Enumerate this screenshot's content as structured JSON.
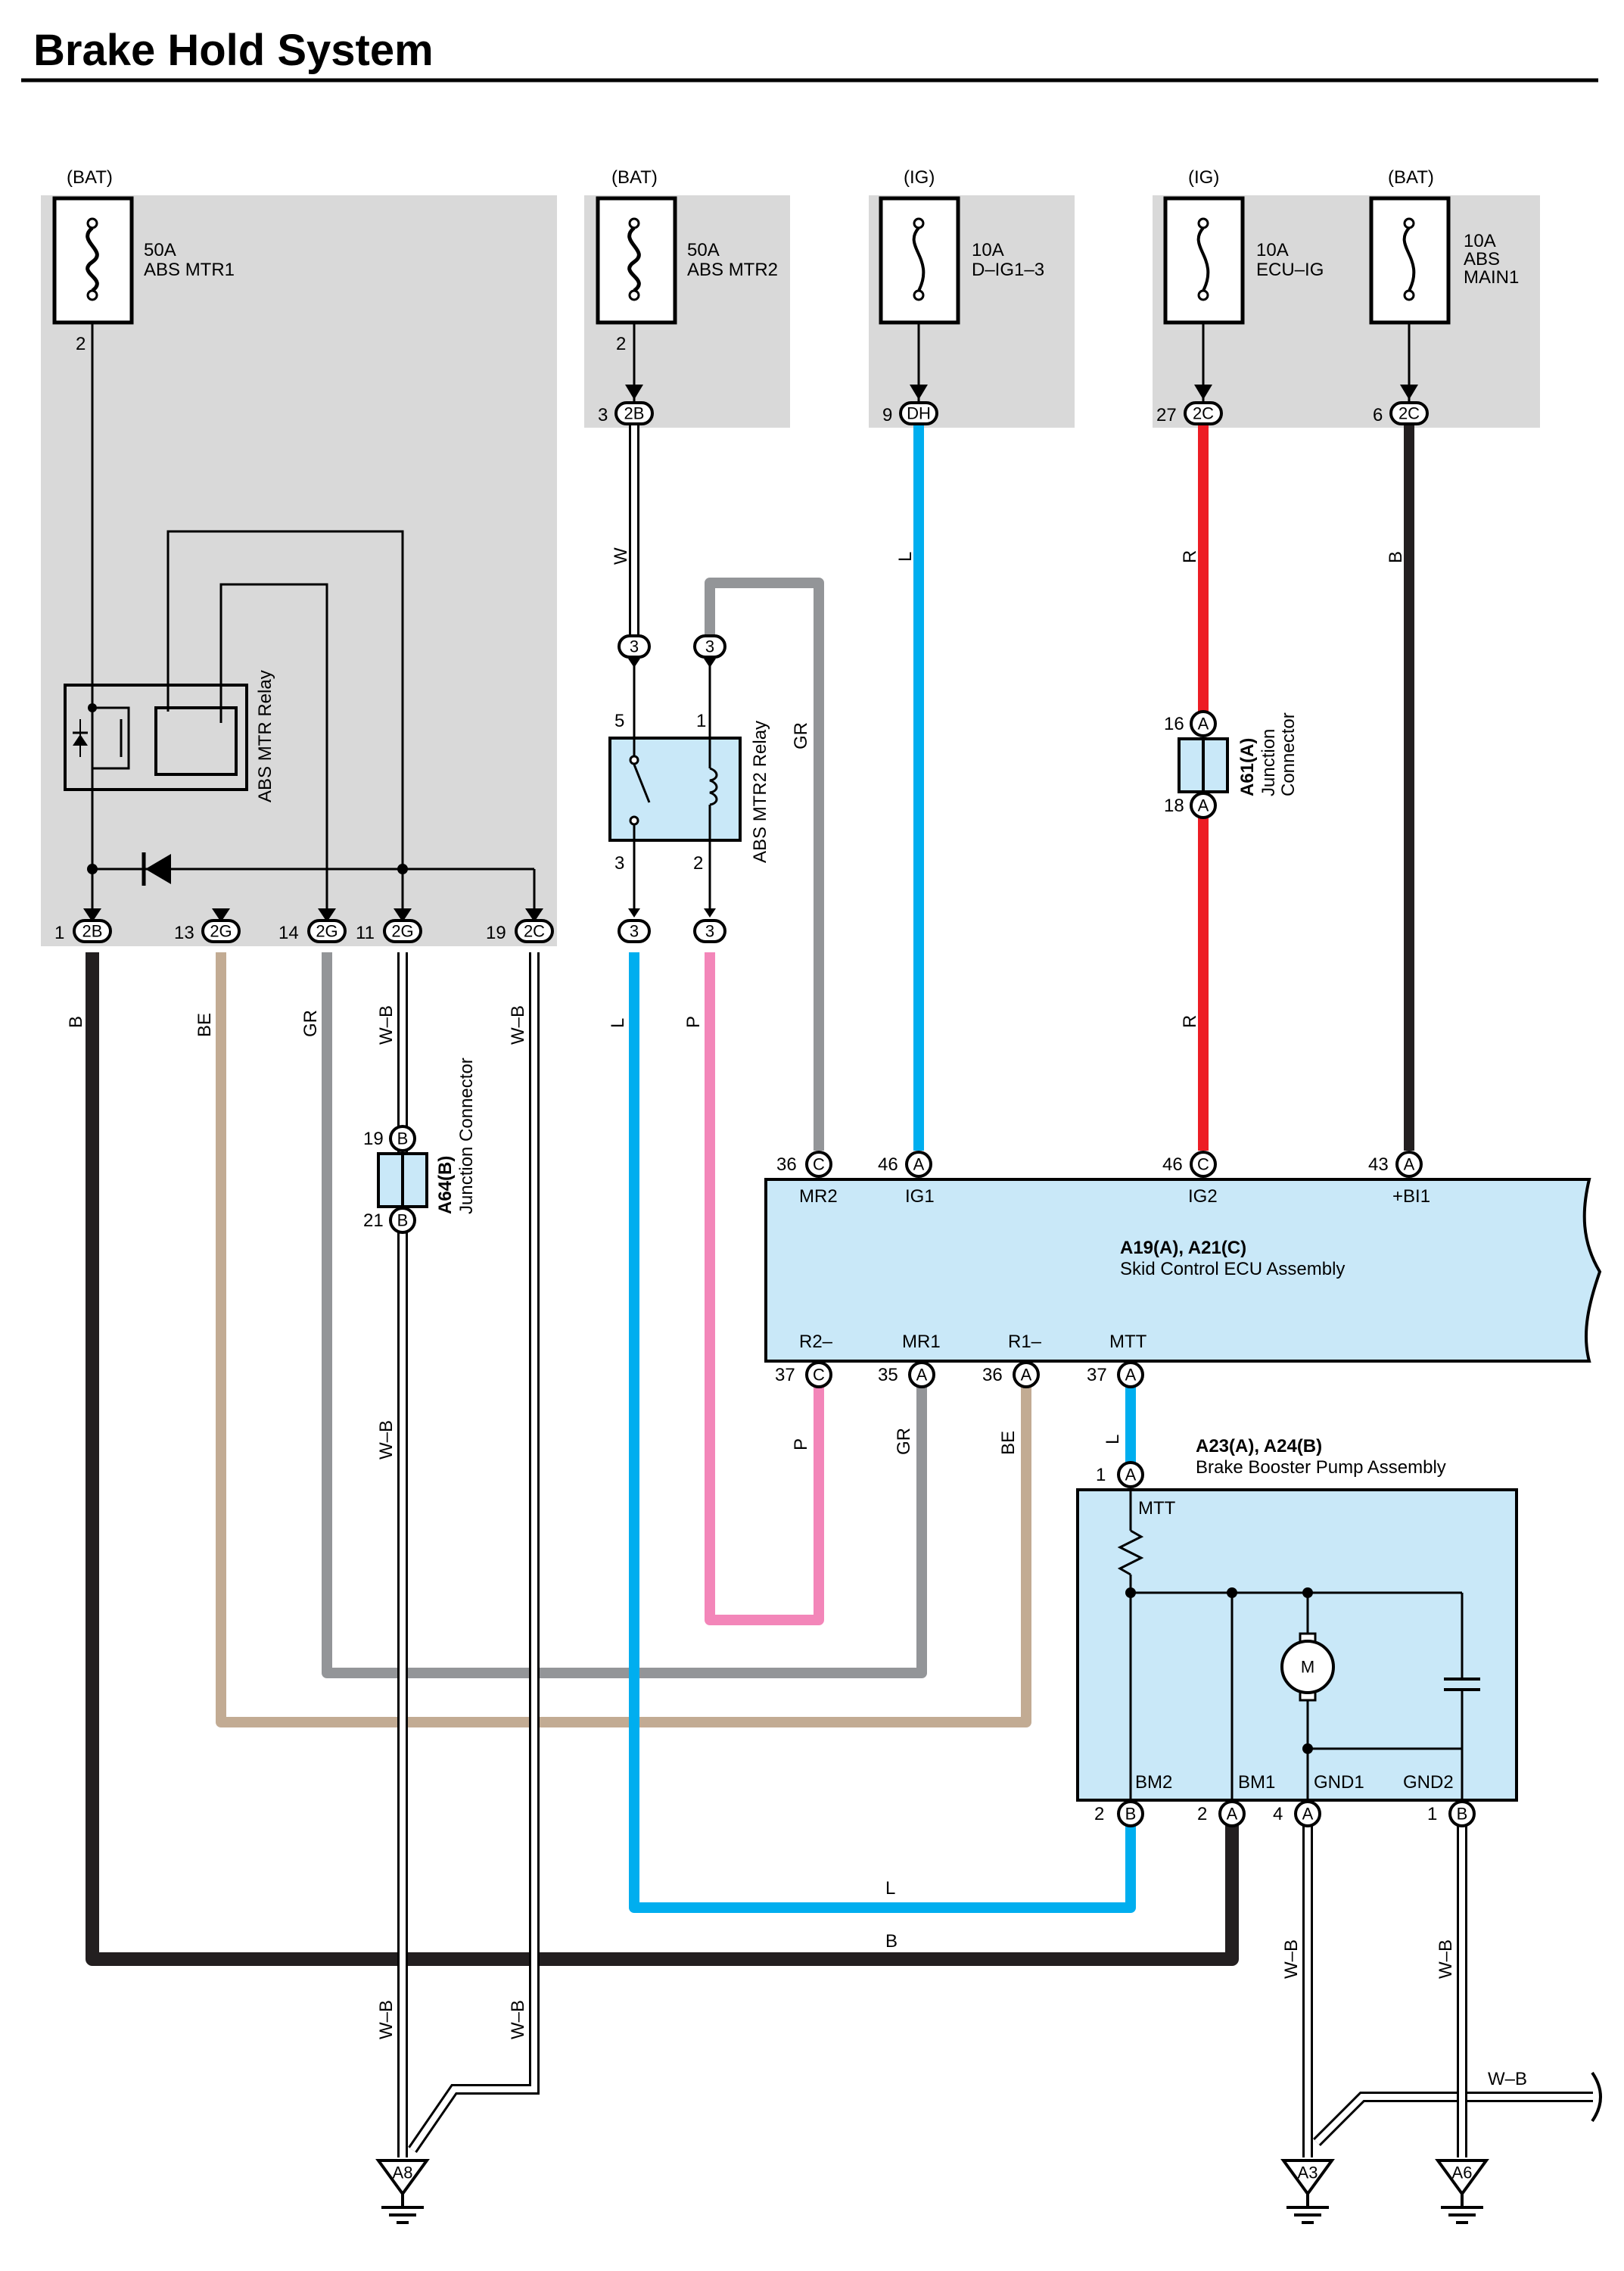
{
  "title": "Brake Hold System",
  "power_sources": [
    {
      "label": "(BAT)"
    },
    {
      "label": "(BAT)"
    },
    {
      "label": "(IG)"
    },
    {
      "label": "(IG)"
    },
    {
      "label": "(BAT)"
    }
  ],
  "fuses": [
    {
      "amp": "50A",
      "name": "ABS MTR1",
      "pin": "2"
    },
    {
      "amp": "50A",
      "name": "ABS MTR2",
      "pin": "2"
    },
    {
      "amp": "10A",
      "name": "D–IG1–3"
    },
    {
      "amp": "10A",
      "name": "ECU–IG"
    },
    {
      "amp": "10A",
      "name": "ABS",
      "name2": "MAIN1"
    }
  ],
  "top_connectors": [
    {
      "pin": "3",
      "code": "2B"
    },
    {
      "pin": "9",
      "code": "DH"
    },
    {
      "pin": "27",
      "code": "2C"
    },
    {
      "pin": "6",
      "code": "2C"
    }
  ],
  "left_box_connectors": [
    {
      "pin": "1",
      "code": "2B"
    },
    {
      "pin": "13",
      "code": "2G"
    },
    {
      "pin": "14",
      "code": "2G"
    },
    {
      "pin": "11",
      "code": "2G"
    },
    {
      "pin": "19",
      "code": "2C"
    }
  ],
  "relays": {
    "abs_mtr": "ABS MTR Relay",
    "abs_mtr2": "ABS MTR2 Relay",
    "mtr2_pins": [
      "5",
      "1",
      "3",
      "2"
    ],
    "mtr2_conn": "3"
  },
  "wire_colors": {
    "W": "W",
    "L": "L",
    "R": "R",
    "B": "B",
    "GR": "GR",
    "BE": "BE",
    "P": "P",
    "WB": "W–B"
  },
  "junction_a61": {
    "code": "A61(A)",
    "name1": "Junction",
    "name2": "Connector",
    "pin_top": "16",
    "pin_bottom": "18",
    "letter": "A"
  },
  "junction_a64": {
    "code": "A64(B)",
    "name": "Junction Connector",
    "pin_top": "19",
    "pin_bottom": "21",
    "letter": "B"
  },
  "ecu": {
    "code": "A19(A), A21(C)",
    "name": "Skid Control ECU Assembly",
    "top_pins": [
      {
        "pin": "36",
        "letter": "C",
        "name": "MR2"
      },
      {
        "pin": "46",
        "letter": "A",
        "name": "IG1"
      },
      {
        "pin": "46",
        "letter": "C",
        "name": "IG2"
      },
      {
        "pin": "43",
        "letter": "A",
        "name": "+BI1"
      }
    ],
    "bottom_pins": [
      {
        "pin": "37",
        "letter": "C",
        "name": "R2–"
      },
      {
        "pin": "35",
        "letter": "A",
        "name": "MR1"
      },
      {
        "pin": "36",
        "letter": "A",
        "name": "R1–"
      },
      {
        "pin": "37",
        "letter": "A",
        "name": "MTT"
      }
    ]
  },
  "pump": {
    "code": "A23(A), A24(B)",
    "name": "Brake Booster Pump Assembly",
    "in_pin": {
      "pin": "1",
      "letter": "A",
      "name": "MTT"
    },
    "motor": "M",
    "bottom_pins": [
      {
        "pin": "2",
        "letter": "B",
        "name": "BM2"
      },
      {
        "pin": "2",
        "letter": "A",
        "name": "BM1"
      },
      {
        "pin": "4",
        "letter": "A",
        "name": "GND1"
      },
      {
        "pin": "1",
        "letter": "B",
        "name": "GND2"
      }
    ]
  },
  "grounds": [
    "A8",
    "A3",
    "A6"
  ],
  "colors": {
    "blue": "#00aeef",
    "red": "#ed1c24",
    "grey": "#939598",
    "tan": "#c2ab93",
    "pink": "#f386b9",
    "black": "#231f20",
    "panel": "#d9d9d9",
    "box": "#c9e8f8"
  }
}
